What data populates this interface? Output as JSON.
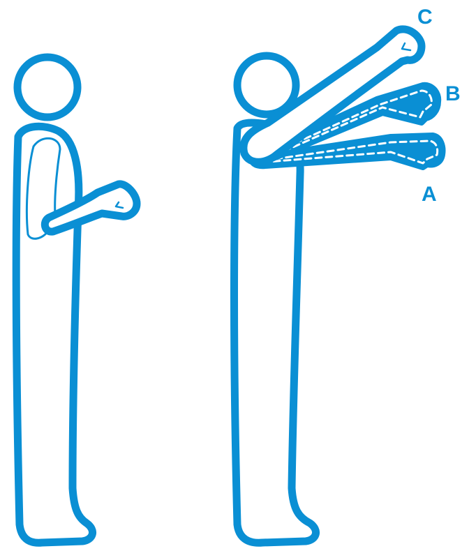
{
  "colors": {
    "accent": "#0a8fd4",
    "background": "#ffffff"
  },
  "labels": {
    "position_c": "C",
    "position_b": "B",
    "position_a": "A"
  }
}
